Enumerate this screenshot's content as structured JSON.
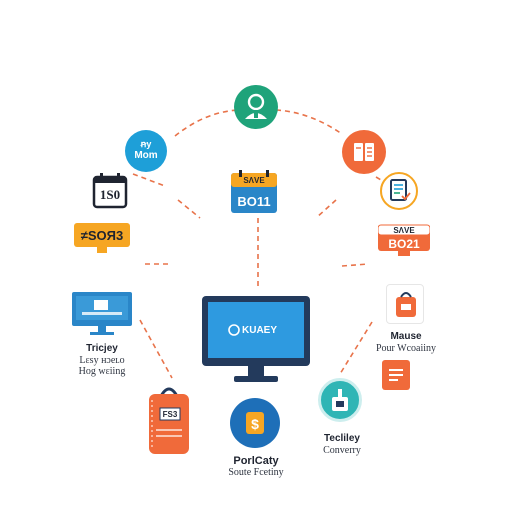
{
  "colors": {
    "connector": "#e8734a",
    "teal": "#1fa37a",
    "sky": "#1e9fd8",
    "orange": "#f06a3a",
    "amber": "#f6a623",
    "blue": "#2a86c8",
    "navy": "#233a5c"
  },
  "nodes": {
    "user_circle": {
      "icon": "user-icon"
    },
    "blue_circle": {
      "line1": "ꞥy",
      "line2": "Mom"
    },
    "doc_circle": {
      "icon": "document-icon"
    },
    "calendar": {
      "text": "1S0",
      "icon": "calendar-icon"
    },
    "center_calendar": {
      "line1": "SΛVE",
      "line2": "BO11",
      "icon": "calendar-icon"
    },
    "checklist_circle": {
      "icon": "checklist-icon"
    },
    "price_tag": {
      "text": "≠SOЯ3",
      "icon": "price-tag-icon"
    },
    "right_sign": {
      "line1": "SΛVE",
      "line2": "BO21",
      "icon": "sign-icon"
    },
    "small_monitor": {
      "icon": "monitor-icon",
      "title": "Tricjey",
      "sub1": "Lɛsy ʜɔeʟo",
      "sub2": "Hog wɛiing"
    },
    "main_monitor": {
      "screen_text": "KUAEY",
      "icon": "monitor-icon"
    },
    "bag_icon": {
      "icon": "bag-icon",
      "title": "Mause",
      "sub": "Pour Wcoaiiny"
    },
    "lock_card": {
      "text": "FS3",
      "icon": "lock-icon"
    },
    "dollar_circle": {
      "icon": "dollar-icon",
      "title": "PorlCaty",
      "sub": "Soute Fcetiny"
    },
    "teal_circle": {
      "icon": "teal-badge-icon",
      "title": "Tecliley",
      "sub": "Converry"
    },
    "note_square": {
      "icon": "note-icon"
    }
  }
}
